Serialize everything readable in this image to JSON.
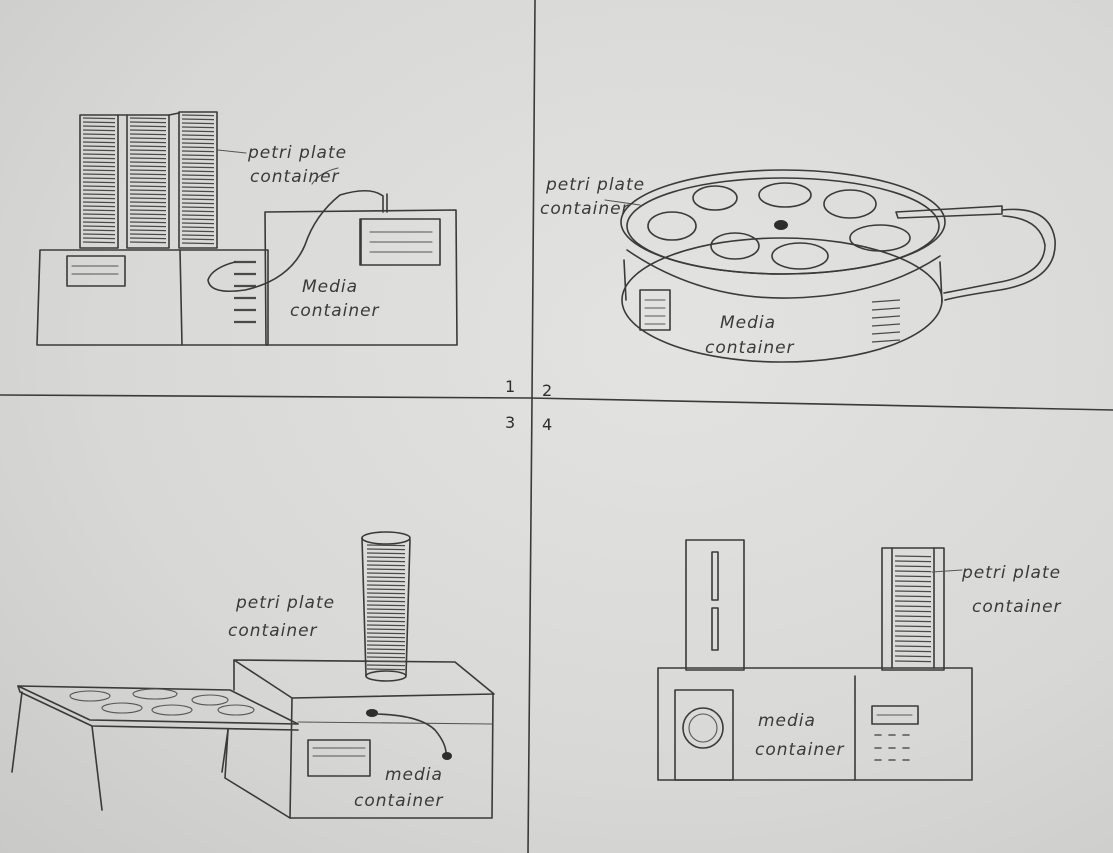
{
  "quadrant_numbers": [
    "1",
    "2",
    "3",
    "4"
  ],
  "sketch1": {
    "label_plate": [
      "petri plate",
      "container"
    ],
    "label_media": [
      "Media",
      "container"
    ]
  },
  "sketch2": {
    "label_plate": [
      "petri plate",
      "container"
    ],
    "label_media": [
      "Media",
      "container"
    ]
  },
  "sketch3": {
    "label_plate": [
      "petri plate",
      "container"
    ],
    "label_media": [
      "media",
      "container"
    ]
  },
  "sketch4": {
    "label_plate": [
      "petri plate",
      "container"
    ],
    "label_media": [
      "media",
      "container"
    ]
  }
}
